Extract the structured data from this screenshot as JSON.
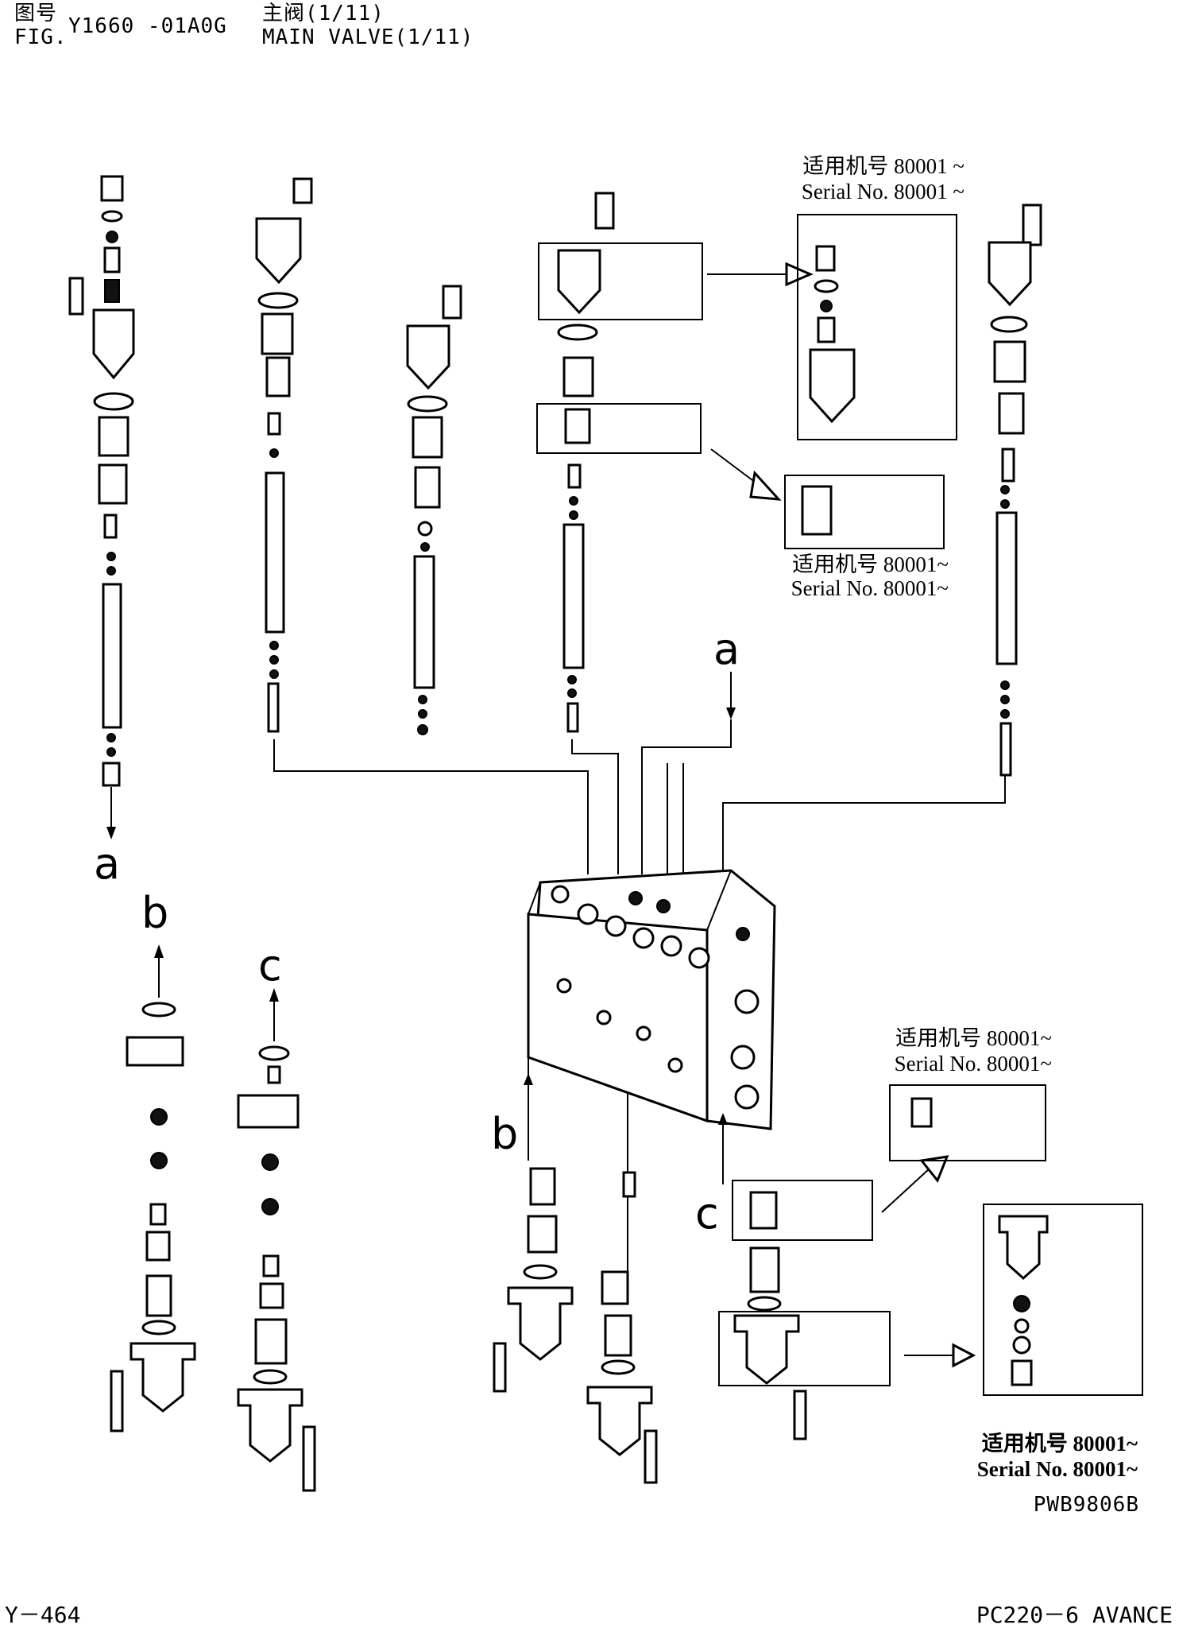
{
  "header": {
    "fig_label_cn": "图号",
    "fig_label_en": "FIG.",
    "fig_number": "Y1660 -01A0G",
    "title_cn": "主阀(1/11)",
    "title_en": "MAIN VALVE(1/11)"
  },
  "serial_notes": [
    {
      "cn": "适用机号 80001 ~",
      "en": "Serial No. 80001 ~"
    },
    {
      "cn": "适用机号 80001~",
      "en": "Serial No. 80001~"
    },
    {
      "cn": "适用机号 80001~",
      "en": "Serial No. 80001~"
    },
    {
      "cn": "适用机号 80001~",
      "en": "Serial No. 80001~"
    }
  ],
  "connectors": {
    "a": "a",
    "b": "b",
    "c": "c"
  },
  "drawing_code": "PWB9806B",
  "footer": {
    "page": "Y－464",
    "model": "PC220－6 AVANCE"
  }
}
